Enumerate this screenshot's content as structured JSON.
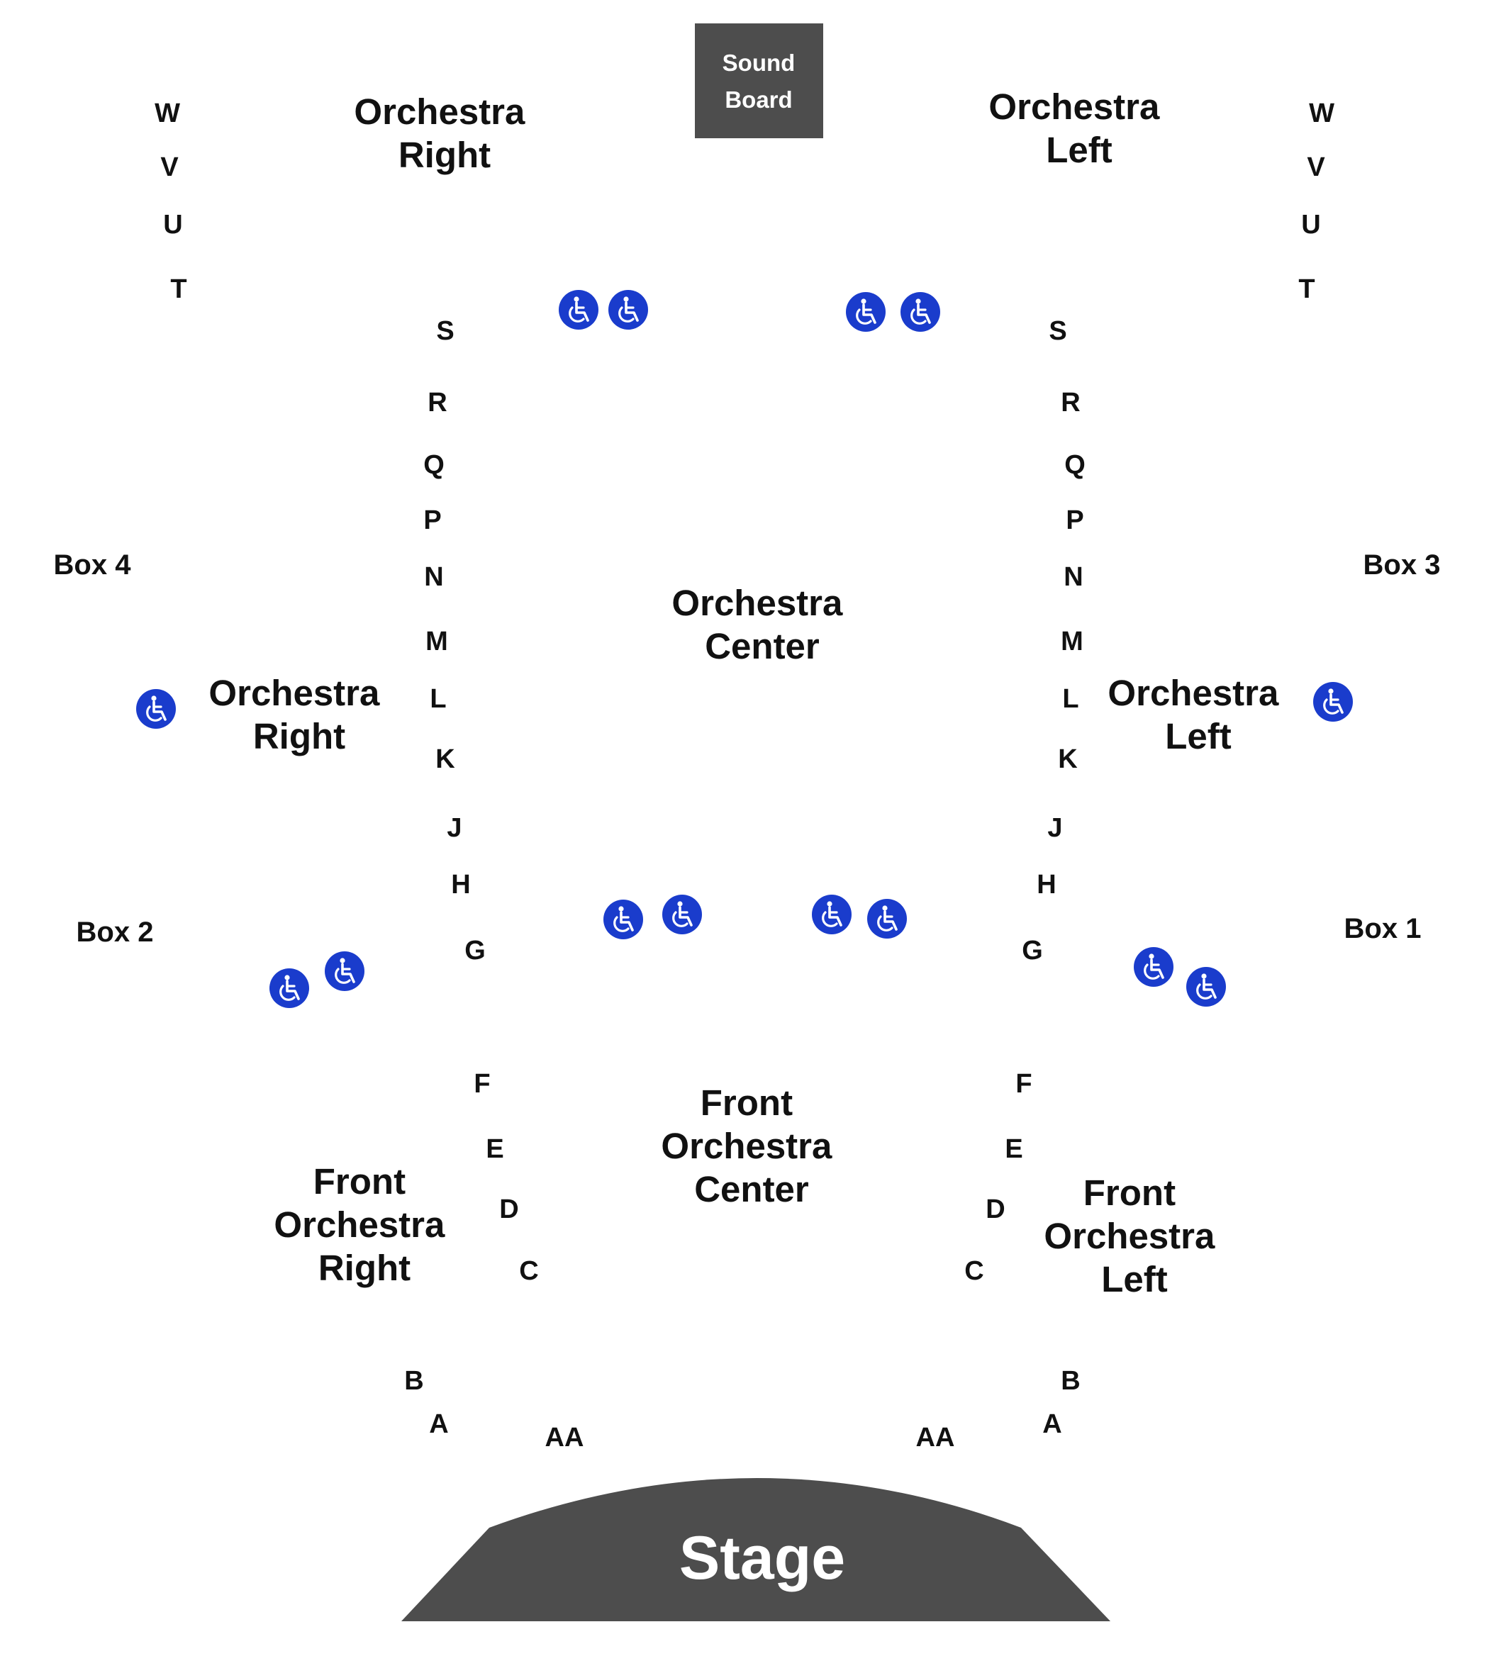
{
  "colors": {
    "stage": "#4d4d4d",
    "sound_board": "#4d4d4d",
    "accessible": "#1a3ccc",
    "text": "#111111"
  },
  "icons": {
    "accessible_seat": "wheelchair-icon"
  },
  "sound_board": {
    "line1": "Sound",
    "line2": "Board"
  },
  "stage": {
    "label": "Stage"
  },
  "sections": {
    "orch_right_rear": {
      "line1": "Orchestra",
      "line2": "Right"
    },
    "orch_left_rear": {
      "line1": "Orchestra",
      "line2": "Left"
    },
    "orch_center": {
      "line1": "Orchestra",
      "line2": "Center"
    },
    "orch_right_mid": {
      "line1": "Orchestra",
      "line2": "Right"
    },
    "orch_left_mid": {
      "line1": "Orchestra",
      "line2": "Left"
    },
    "front_center": {
      "line1": "Front",
      "line2": "Orchestra",
      "line3": "Center"
    },
    "front_right": {
      "line1": "Front",
      "line2": "Orchestra",
      "line3": "Right"
    },
    "front_left": {
      "line1": "Front",
      "line2": "Orchestra",
      "line3": "Left"
    }
  },
  "boxes": {
    "box1": "Box 1",
    "box2": "Box 2",
    "box3": "Box 3",
    "box4": "Box 4"
  },
  "rows": {
    "rear_left": [
      "W",
      "V",
      "U",
      "T"
    ],
    "rear_right": [
      "W",
      "V",
      "U",
      "T"
    ],
    "inner_left": [
      "S",
      "R",
      "Q",
      "P",
      "N",
      "M",
      "L",
      "K",
      "J",
      "H",
      "G"
    ],
    "inner_right": [
      "S",
      "R",
      "Q",
      "P",
      "N",
      "M",
      "L",
      "K",
      "J",
      "H",
      "G"
    ],
    "front_left": [
      "F",
      "E",
      "D",
      "C"
    ],
    "front_right": [
      "F",
      "E",
      "D",
      "C"
    ],
    "near_left": [
      "B",
      "A",
      "AA"
    ],
    "near_right": [
      "B",
      "A",
      "AA"
    ]
  }
}
